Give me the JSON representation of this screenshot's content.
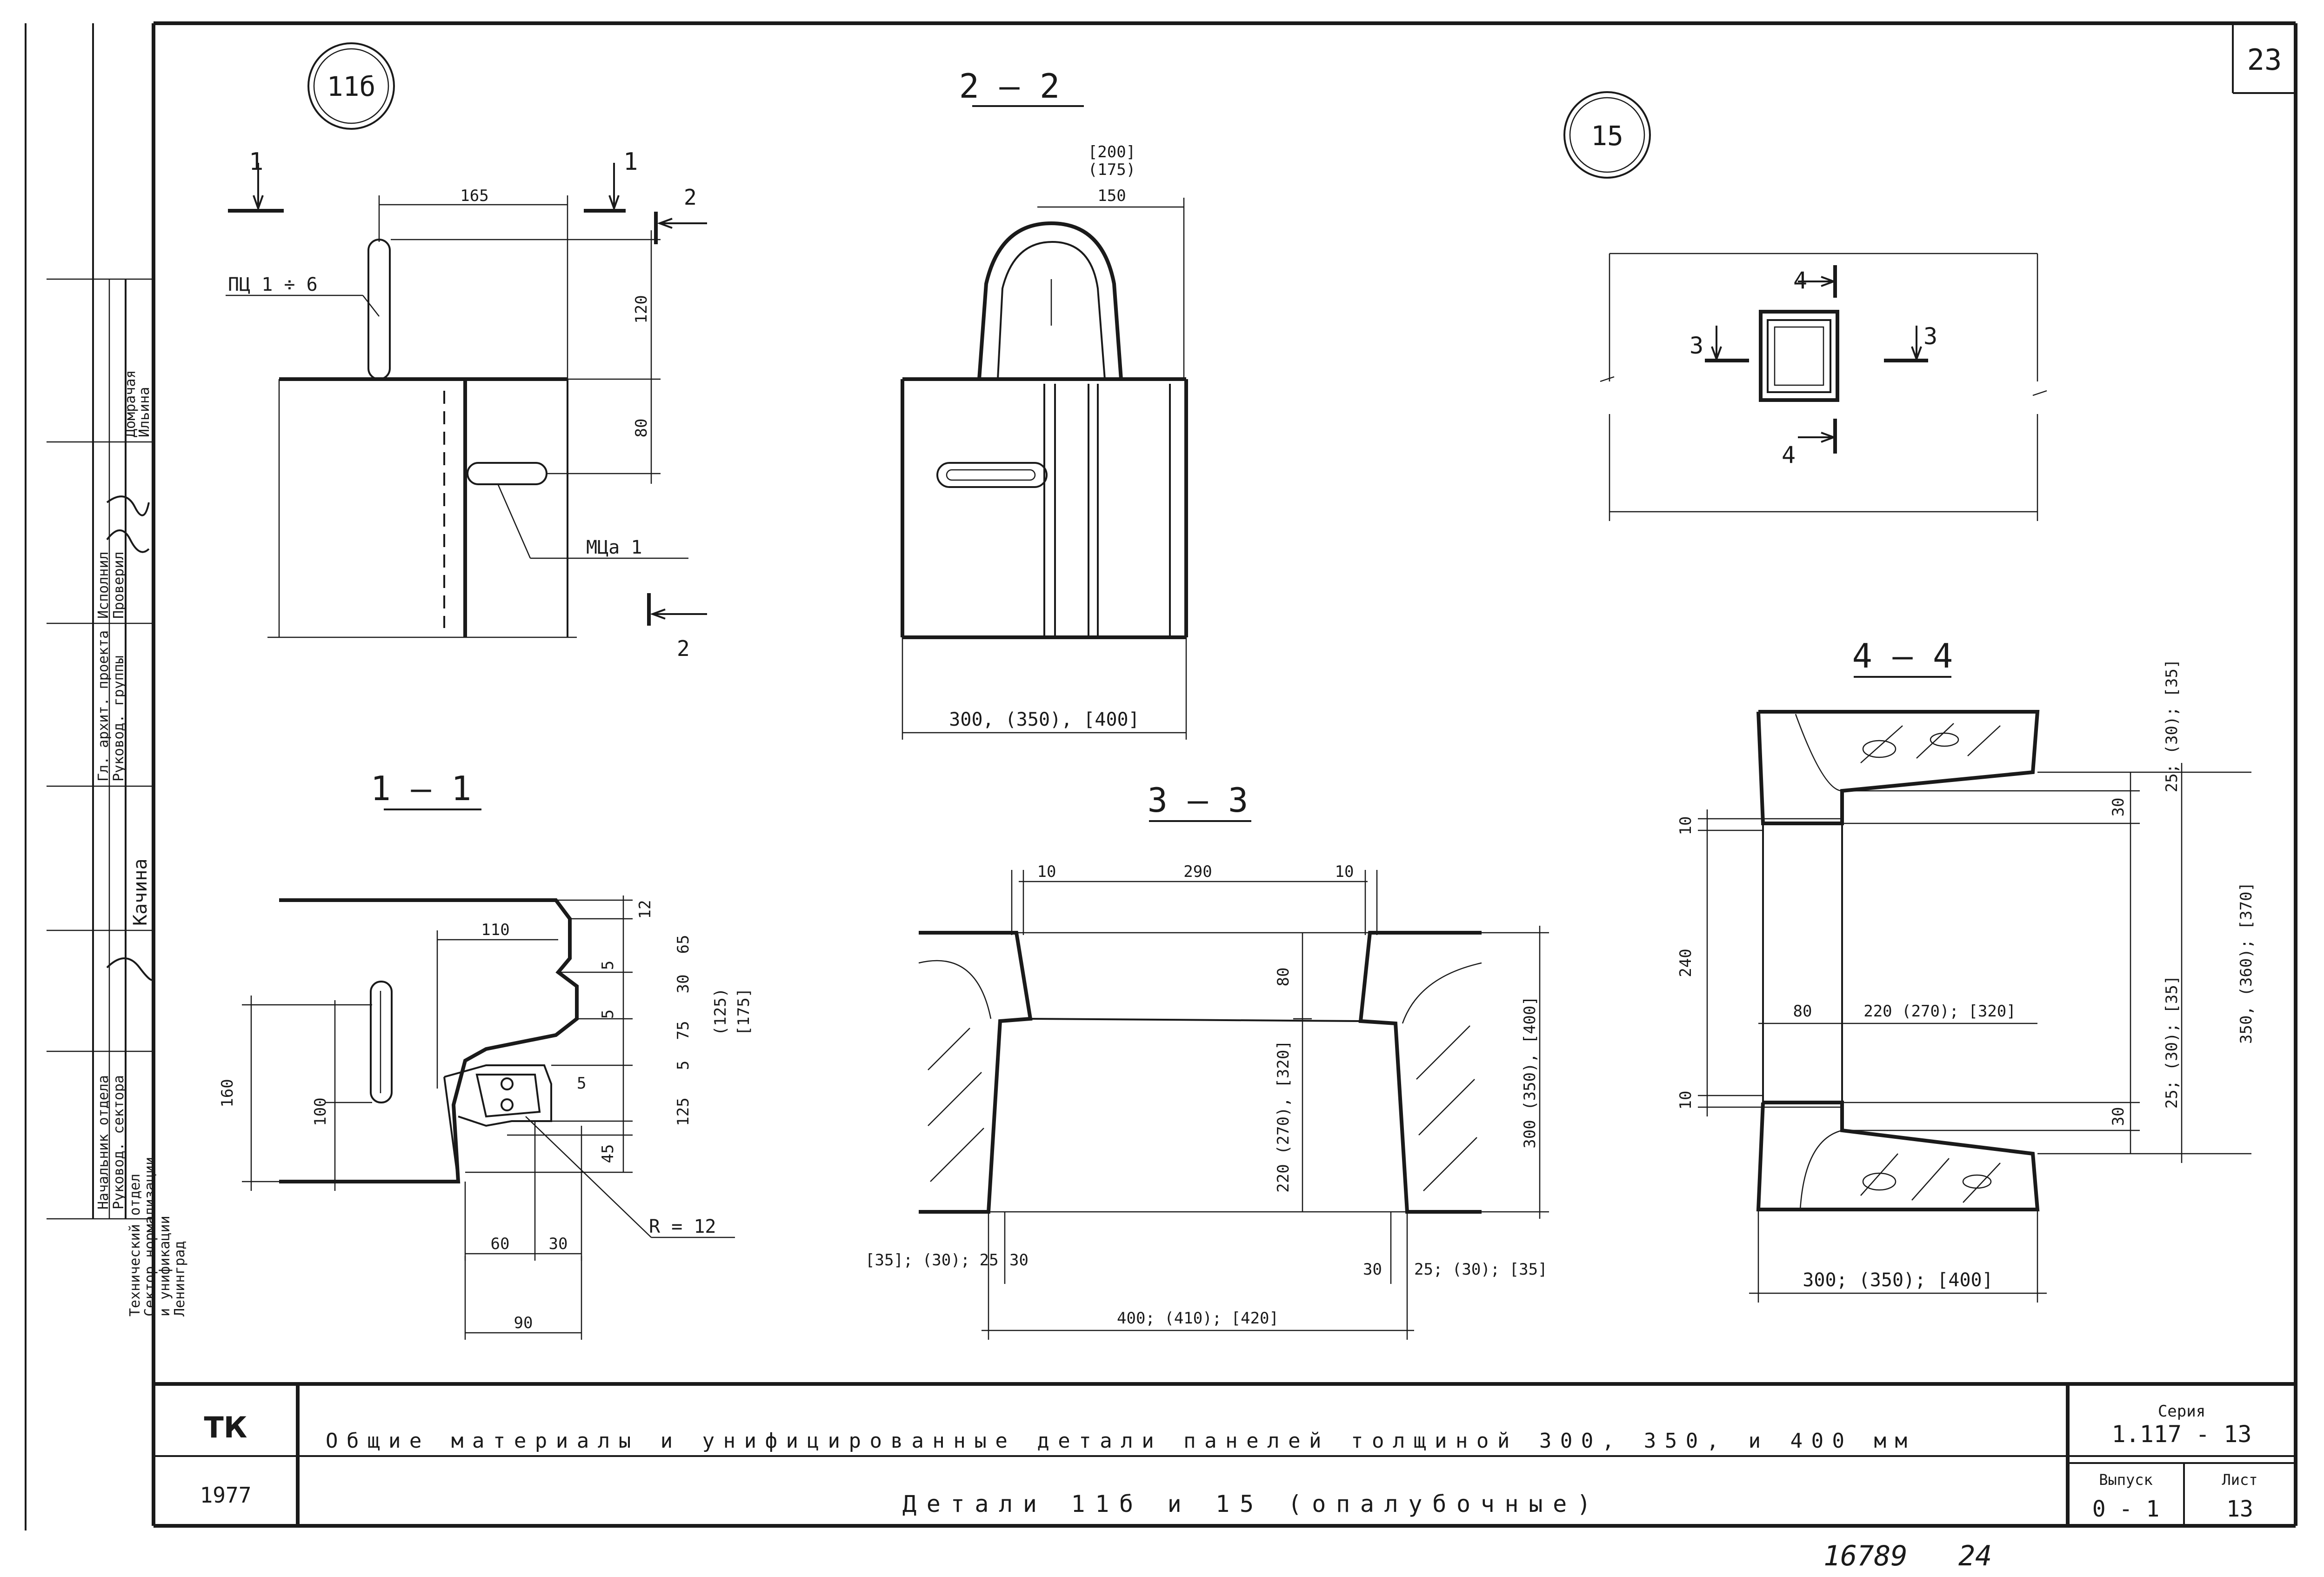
{
  "sheet": {
    "page_number": "23",
    "archive_number": "16789",
    "archive_suffix": "24"
  },
  "title_block": {
    "code": "ТК",
    "year": "1977",
    "title_line1": "Общие материалы и унифицированные детали панелей толщиной 300, 350, и 400 мм",
    "title_line2": "Детали 11б и 15 (опалубочные)",
    "series_label": "Серия",
    "series_value": "1.117 - 13",
    "issue_label": "Выпуск",
    "issue_value": "0 - 1",
    "sheet_label": "Лист",
    "sheet_value": "13"
  },
  "side_stamp": {
    "org": [
      "Технический отдел",
      "Сектор нормализации",
      "и унификации",
      "Ленинград"
    ],
    "roles": [
      "Начальник отдела",
      "Руковод. сектора",
      "Гл. архит. проекта",
      "Руковод. группы",
      "Исполнил",
      "Проверил"
    ],
    "names": [
      "Качина",
      "Домрачая",
      "Ильина"
    ]
  },
  "markers": {
    "detail_a": "11б",
    "detail_b": "15"
  },
  "sections": {
    "s11": "1 — 1",
    "s22": "2 — 2",
    "s33": "3 — 3",
    "s44": "4 — 4"
  },
  "cut_marks": {
    "one": "1",
    "two": "2",
    "three": "3",
    "four": "4"
  },
  "labels": {
    "pc": "ПЦ 1 ÷ 6",
    "mc": "МЦа 1",
    "radius": "R = 12"
  },
  "dims_11b": {
    "top_width": "165",
    "h_upper": "120",
    "h_lower": "80"
  },
  "dims_22": {
    "top": "[200]",
    "mid": "(175)",
    "bot": "150",
    "width": "300, (350), [400]"
  },
  "dims_11": {
    "d110": "110",
    "d12": "12",
    "d65": "65",
    "d5a": "5",
    "d30": "30",
    "d5b": "5",
    "d75": "75",
    "d125s": "(125)",
    "d175s": "[175]",
    "d5c": "5",
    "d5d": "5",
    "d125": "125",
    "d45": "45",
    "d160": "160",
    "d100": "100",
    "d60": "60",
    "d30b": "30",
    "d90": "90"
  },
  "dims_33": {
    "d10a": "10",
    "d290": "290",
    "d10b": "10",
    "d80": "80",
    "d220": "220 (270), [320]",
    "dright": "300 (350), [400]",
    "dleft": "[35]; (30); 25",
    "d30l": "30",
    "d30r": "30",
    "dright2": "25; (30); [35]",
    "dbottom": "400; (410); [420]"
  },
  "dims_44": {
    "d25top": "25; (30); [35]",
    "d30a": "30",
    "d10a": "10",
    "d240": "240",
    "d80": "80",
    "d220": "220 (270); [320]",
    "d10b": "10",
    "d30b": "30",
    "d25bot": "25; (30); [35]",
    "d350": "350, (360); [370]",
    "dbottom": "300; (350); [400]"
  }
}
